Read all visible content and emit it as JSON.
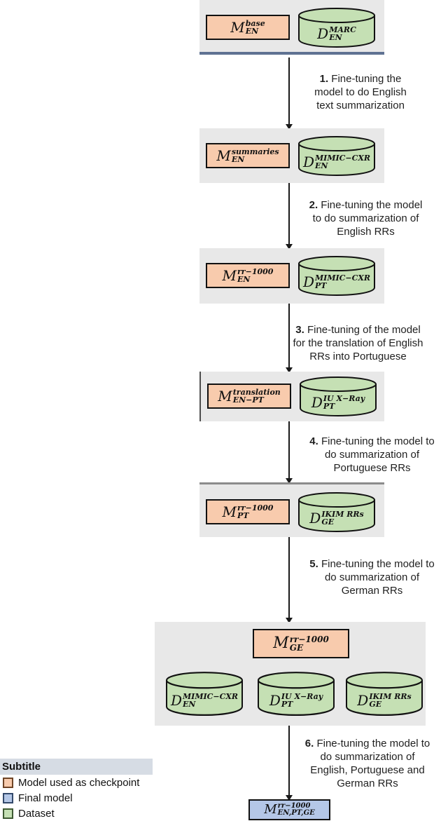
{
  "stages": [
    {
      "model": {
        "base": "M",
        "sup": "base",
        "sub": "EN"
      },
      "dataset": {
        "base": "D",
        "sup": "MARC",
        "sub": "EN"
      }
    },
    {
      "model": {
        "base": "M",
        "sup": "summaries",
        "sub": "EN"
      },
      "dataset": {
        "base": "D",
        "sup": "MIMIC−CXR",
        "sub": "EN"
      }
    },
    {
      "model": {
        "base": "M",
        "sup": "rr−1000",
        "sub": "EN"
      },
      "dataset": {
        "base": "D",
        "sup": "MIMIC−CXR",
        "sub": "PT"
      }
    },
    {
      "model": {
        "base": "M",
        "sup": "translation",
        "sub": "EN−PT"
      },
      "dataset": {
        "base": "D",
        "sup": "IU X−Ray",
        "sub": "PT"
      }
    },
    {
      "model": {
        "base": "M",
        "sup": "rr−1000",
        "sub": "PT"
      },
      "dataset": {
        "base": "D",
        "sup": "IKIM RRs",
        "sub": "GE"
      }
    }
  ],
  "final_stage": {
    "model": {
      "base": "M",
      "sup": "rr−1000",
      "sub": "GE"
    },
    "datasets": [
      {
        "base": "D",
        "sup": "MIMIC−CXR",
        "sub": "EN"
      },
      {
        "base": "D",
        "sup": "IU X−Ray",
        "sub": "PT"
      },
      {
        "base": "D",
        "sup": "IKIM RRs",
        "sub": "GE"
      }
    ]
  },
  "final_model": {
    "base": "M",
    "sup": "rr−1000",
    "sub": "EN,PT,GE"
  },
  "steps": [
    {
      "num": "1.",
      "lines": [
        " Fine-tuning the",
        "model to do English",
        "text summarization"
      ]
    },
    {
      "num": "2.",
      "lines": [
        " Fine-tuning the model",
        "to do summarization of",
        "English RRs"
      ]
    },
    {
      "num": "3.",
      "lines": [
        " Fine-tuning of the model",
        "for the translation of English",
        "RRs into Portuguese"
      ]
    },
    {
      "num": "4.",
      "lines": [
        " Fine-tuning the model to",
        "do summarization of",
        "Portuguese RRs"
      ]
    },
    {
      "num": "5.",
      "lines": [
        " Fine-tuning the model to",
        "do summarization of",
        "German RRs"
      ]
    },
    {
      "num": "6.",
      "lines": [
        " Fine-tuning the model to",
        "do summarization of",
        "English, Portuguese and",
        "German RRs"
      ]
    }
  ],
  "legend": {
    "title": "Subtitle",
    "items": [
      {
        "label": "Model used as checkpoint",
        "color": "#f8cbad"
      },
      {
        "label": "Final model",
        "color": "#b4c7e7"
      },
      {
        "label": "Dataset",
        "color": "#c5e0b4"
      }
    ]
  },
  "colors": {
    "model_checkpoint": "#f8cbad",
    "final_model": "#b4c7e7",
    "dataset": "#c5e0b4",
    "stage_background": "#e8e8e8",
    "stage1_divider": "#5f7292",
    "legend_band": "#d6dce4"
  }
}
